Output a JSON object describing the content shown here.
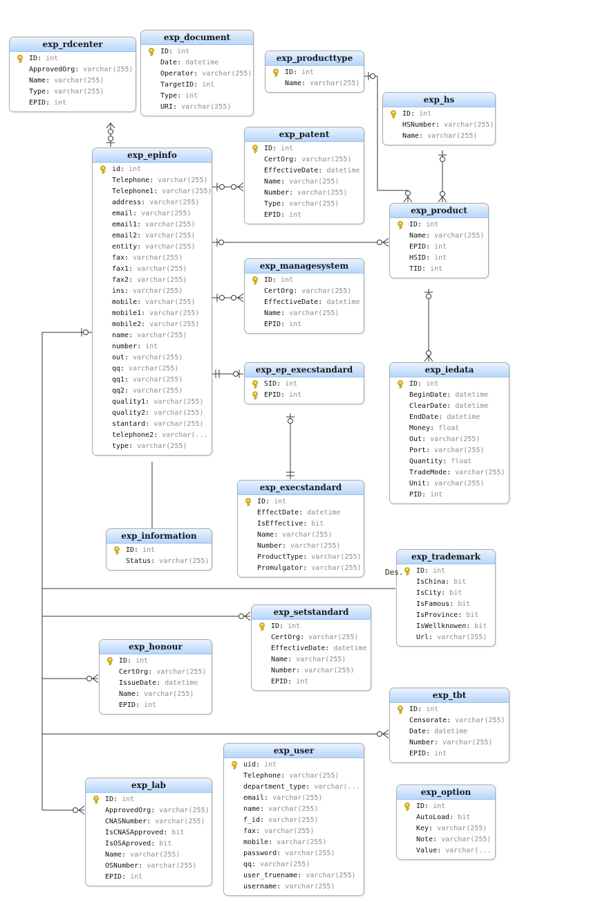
{
  "tables": [
    {
      "id": "exp_rdcenter",
      "name": "exp_rdcenter",
      "fields": [
        {
          "name": "ID",
          "type": "int",
          "pk": true
        },
        {
          "name": "ApprovedOrg",
          "type": "varchar(255)"
        },
        {
          "name": "Name",
          "type": "varchar(255)"
        },
        {
          "name": "Type",
          "type": "varchar(255)"
        },
        {
          "name": "EPID",
          "type": "int"
        }
      ]
    },
    {
      "id": "exp_document",
      "name": "exp_document",
      "fields": [
        {
          "name": "ID",
          "type": "int",
          "pk": true
        },
        {
          "name": "Date",
          "type": "datetime"
        },
        {
          "name": "Operator",
          "type": "varchar(255)"
        },
        {
          "name": "TargetID",
          "type": "int"
        },
        {
          "name": "Type",
          "type": "int"
        },
        {
          "name": "URI",
          "type": "varchar(255)"
        }
      ]
    },
    {
      "id": "exp_producttype",
      "name": "exp_producttype",
      "fields": [
        {
          "name": "ID",
          "type": "int",
          "pk": true
        },
        {
          "name": "Name",
          "type": "varchar(255)"
        }
      ]
    },
    {
      "id": "exp_hs",
      "name": "exp_hs",
      "fields": [
        {
          "name": "ID",
          "type": "int",
          "pk": true
        },
        {
          "name": "HSNumber",
          "type": "varchar(255)"
        },
        {
          "name": "Name",
          "type": "varchar(255)"
        }
      ]
    },
    {
      "id": "exp_epinfo",
      "name": "exp_epinfo",
      "fields": [
        {
          "name": "id",
          "type": "int",
          "pk": true
        },
        {
          "name": "Telephone",
          "type": "varchar(255)"
        },
        {
          "name": "Telephone1",
          "type": "varchar(255)"
        },
        {
          "name": "address",
          "type": "varchar(255)"
        },
        {
          "name": "email",
          "type": "varchar(255)"
        },
        {
          "name": "email1",
          "type": "varchar(255)"
        },
        {
          "name": "email2",
          "type": "varchar(255)"
        },
        {
          "name": "entity",
          "type": "varchar(255)"
        },
        {
          "name": "fax",
          "type": "varchar(255)"
        },
        {
          "name": "fax1",
          "type": "varchar(255)"
        },
        {
          "name": "fax2",
          "type": "varchar(255)"
        },
        {
          "name": "ins",
          "type": "varchar(255)"
        },
        {
          "name": "mobile",
          "type": "varchar(255)"
        },
        {
          "name": "mobile1",
          "type": "varchar(255)"
        },
        {
          "name": "mobile2",
          "type": "varchar(255)"
        },
        {
          "name": "name",
          "type": "varchar(255)"
        },
        {
          "name": "number",
          "type": "int"
        },
        {
          "name": "out",
          "type": "varchar(255)"
        },
        {
          "name": "qq",
          "type": "varchar(255)"
        },
        {
          "name": "qq1",
          "type": "varchar(255)"
        },
        {
          "name": "qq2",
          "type": "varchar(255)"
        },
        {
          "name": "quality1",
          "type": "varchar(255)"
        },
        {
          "name": "quality2",
          "type": "varchar(255)"
        },
        {
          "name": "stantard",
          "type": "varchar(255)"
        },
        {
          "name": "telephone2",
          "type": "varchar(..."
        },
        {
          "name": "type",
          "type": "varchar(255)"
        }
      ]
    },
    {
      "id": "exp_patent",
      "name": "exp_patent",
      "fields": [
        {
          "name": "ID",
          "type": "int",
          "pk": true
        },
        {
          "name": "CertOrg",
          "type": "varchar(255)"
        },
        {
          "name": "EffectiveDate",
          "type": "datetime"
        },
        {
          "name": "Name",
          "type": "varchar(255)"
        },
        {
          "name": "Number",
          "type": "varchar(255)"
        },
        {
          "name": "Type",
          "type": "varchar(255)"
        },
        {
          "name": "EPID",
          "type": "int"
        }
      ]
    },
    {
      "id": "exp_product",
      "name": "exp_product",
      "fields": [
        {
          "name": "ID",
          "type": "int",
          "pk": true
        },
        {
          "name": "Name",
          "type": "varchar(255)"
        },
        {
          "name": "EPID",
          "type": "int"
        },
        {
          "name": "HSID",
          "type": "int"
        },
        {
          "name": "TID",
          "type": "int"
        }
      ]
    },
    {
      "id": "exp_managesystem",
      "name": "exp_managesystem",
      "fields": [
        {
          "name": "ID",
          "type": "int",
          "pk": true
        },
        {
          "name": "CertOrg",
          "type": "varchar(255)"
        },
        {
          "name": "EffectiveDate",
          "type": "datetime"
        },
        {
          "name": "Name",
          "type": "varchar(255)"
        },
        {
          "name": "EPID",
          "type": "int"
        }
      ]
    },
    {
      "id": "exp_ep_execstandard",
      "name": "exp_ep_execstandard",
      "fields": [
        {
          "name": "SID",
          "type": "int",
          "pk": true
        },
        {
          "name": "EPID",
          "type": "int",
          "pk": true
        }
      ]
    },
    {
      "id": "exp_iedata",
      "name": "exp_iedata",
      "fields": [
        {
          "name": "ID",
          "type": "int",
          "pk": true
        },
        {
          "name": "BeginDate",
          "type": "datetime"
        },
        {
          "name": "ClearDate",
          "type": "datetime"
        },
        {
          "name": "EndDate",
          "type": "datetime"
        },
        {
          "name": "Money",
          "type": "float"
        },
        {
          "name": "Out",
          "type": "varchar(255)"
        },
        {
          "name": "Port",
          "type": "varchar(255)"
        },
        {
          "name": "Quantity",
          "type": "float"
        },
        {
          "name": "TradeMode",
          "type": "varchar(255)"
        },
        {
          "name": "Unit",
          "type": "varchar(255)"
        },
        {
          "name": "PID",
          "type": "int"
        }
      ]
    },
    {
      "id": "exp_execstandard",
      "name": "exp_execstandard",
      "fields": [
        {
          "name": "ID",
          "type": "int",
          "pk": true
        },
        {
          "name": "EffectDate",
          "type": "datetime"
        },
        {
          "name": "IsEffective",
          "type": "bit"
        },
        {
          "name": "Name",
          "type": "varchar(255)"
        },
        {
          "name": "Number",
          "type": "varchar(255)"
        },
        {
          "name": "ProductType",
          "type": "varchar(255)"
        },
        {
          "name": "Promulgator",
          "type": "varchar(255)"
        }
      ]
    },
    {
      "id": "exp_information",
      "name": "exp_information",
      "fields": [
        {
          "name": "ID",
          "type": "int",
          "pk": true
        },
        {
          "name": "Status",
          "type": "varchar(255)"
        }
      ]
    },
    {
      "id": "exp_trademark",
      "name": "exp_trademark",
      "fields": [
        {
          "name": "ID",
          "type": "int",
          "pk": true
        },
        {
          "name": "IsChina",
          "type": "bit"
        },
        {
          "name": "IsCity",
          "type": "bit"
        },
        {
          "name": "IsFamous",
          "type": "bit"
        },
        {
          "name": "IsProvince",
          "type": "bit"
        },
        {
          "name": "IsWellknowen",
          "type": "bit"
        },
        {
          "name": "Url",
          "type": "varchar(255)"
        }
      ]
    },
    {
      "id": "exp_setstandard",
      "name": "exp_setstandard",
      "fields": [
        {
          "name": "ID",
          "type": "int",
          "pk": true
        },
        {
          "name": "CertOrg",
          "type": "varchar(255)"
        },
        {
          "name": "EffectiveDate",
          "type": "datetime"
        },
        {
          "name": "Name",
          "type": "varchar(255)"
        },
        {
          "name": "Number",
          "type": "varchar(255)"
        },
        {
          "name": "EPID",
          "type": "int"
        }
      ]
    },
    {
      "id": "exp_honour",
      "name": "exp_honour",
      "fields": [
        {
          "name": "ID",
          "type": "int",
          "pk": true
        },
        {
          "name": "CertOrg",
          "type": "varchar(255)"
        },
        {
          "name": "IssueDate",
          "type": "datetime"
        },
        {
          "name": "Name",
          "type": "varchar(255)"
        },
        {
          "name": "EPID",
          "type": "int"
        }
      ]
    },
    {
      "id": "exp_tbt",
      "name": "exp_tbt",
      "fields": [
        {
          "name": "ID",
          "type": "int",
          "pk": true
        },
        {
          "name": "Censorate",
          "type": "varchar(255)"
        },
        {
          "name": "Date",
          "type": "datetime"
        },
        {
          "name": "Number",
          "type": "varchar(255)"
        },
        {
          "name": "EPID",
          "type": "int"
        }
      ]
    },
    {
      "id": "exp_user",
      "name": "exp_user",
      "fields": [
        {
          "name": "uid",
          "type": "int",
          "pk": true
        },
        {
          "name": "Telephone",
          "type": "varchar(255)"
        },
        {
          "name": "department_type",
          "type": "varchar(..."
        },
        {
          "name": "email",
          "type": "varchar(255)"
        },
        {
          "name": "name",
          "type": "varchar(255)"
        },
        {
          "name": "f_id",
          "type": "varchar(255)"
        },
        {
          "name": "fax",
          "type": "varchar(255)"
        },
        {
          "name": "mobile",
          "type": "varchar(255)"
        },
        {
          "name": "password",
          "type": "varchar(255)"
        },
        {
          "name": "qq",
          "type": "varchar(255)"
        },
        {
          "name": "user_truename",
          "type": "varchar(255)"
        },
        {
          "name": "username",
          "type": "varchar(255)"
        }
      ]
    },
    {
      "id": "exp_lab",
      "name": "exp_lab",
      "fields": [
        {
          "name": "ID",
          "type": "int",
          "pk": true
        },
        {
          "name": "ApprovedOrg",
          "type": "varchar(255)"
        },
        {
          "name": "CNASNumber",
          "type": "varchar(255)"
        },
        {
          "name": "IsCNASApproved",
          "type": "bit"
        },
        {
          "name": "IsOSAproved",
          "type": "bit"
        },
        {
          "name": "Name",
          "type": "varchar(255)"
        },
        {
          "name": "OSNumber",
          "type": "varchar(255)"
        },
        {
          "name": "EPID",
          "type": "int"
        }
      ]
    },
    {
      "id": "exp_option",
      "name": "exp_option",
      "fields": [
        {
          "name": "ID",
          "type": "int",
          "pk": true
        },
        {
          "name": "AutoLoad",
          "type": "bit"
        },
        {
          "name": "Key",
          "type": "varchar(255)"
        },
        {
          "name": "Note",
          "type": "varchar(255)"
        },
        {
          "name": "Value",
          "type": "varchar(..."
        }
      ]
    }
  ],
  "labels": {
    "trademark_note": "Des."
  },
  "colors": {
    "header_top": "#e9f3ff",
    "header_bottom": "#b7d6fb",
    "line": "#333333",
    "type_text": "#8c8c8c",
    "key": "#f0c419"
  }
}
